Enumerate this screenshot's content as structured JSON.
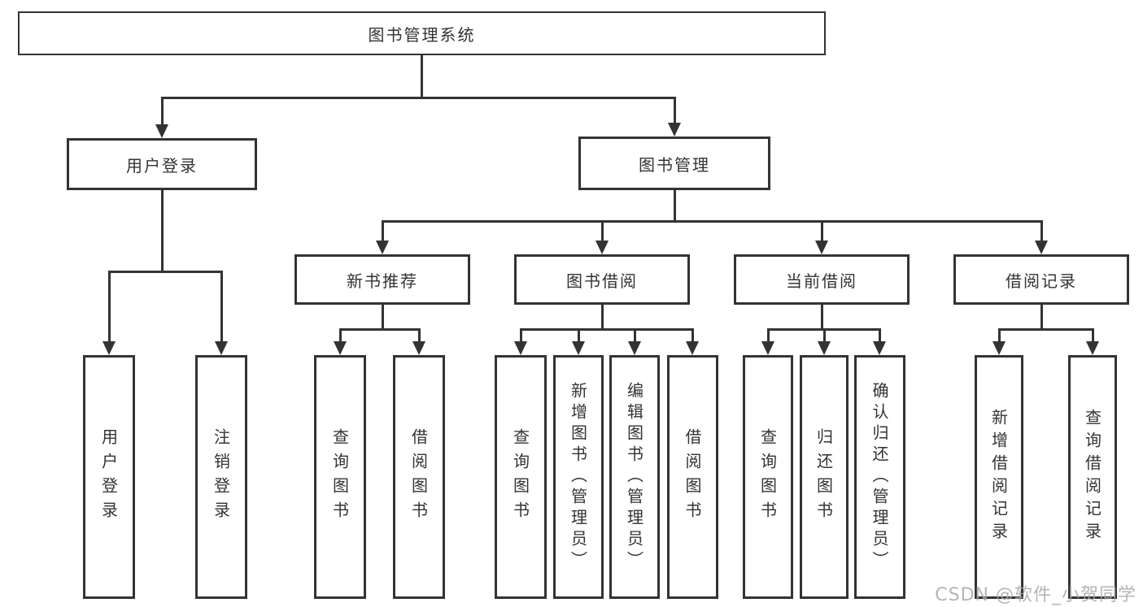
{
  "diagram": {
    "root": {
      "label": "图书管理系统"
    },
    "level2": {
      "user_login": {
        "label": "用户登录"
      },
      "book_management": {
        "label": "图书管理"
      }
    },
    "level3": {
      "new_book_recommend": {
        "label": "新书推荐"
      },
      "book_borrow": {
        "label": "图书借阅"
      },
      "current_borrow": {
        "label": "当前借阅"
      },
      "borrow_records": {
        "label": "借阅记录"
      }
    },
    "leaves": {
      "user_login_leaf": {
        "label": "用户登录"
      },
      "logout": {
        "label": "注销登录"
      },
      "recommend_query_books": {
        "label": "查询图书"
      },
      "recommend_borrow_books": {
        "label": "借阅图书"
      },
      "borrow_query_books": {
        "label": "查询图书"
      },
      "borrow_add_books": {
        "label": "新增图书（管理员）"
      },
      "borrow_edit_books": {
        "label": "编辑图书（管理员）"
      },
      "borrow_borrow_books": {
        "label": "借阅图书"
      },
      "current_query_books": {
        "label": "查询图书"
      },
      "current_return_books": {
        "label": "归还图书"
      },
      "current_confirm_return": {
        "label": "确认归还（管理员）"
      },
      "records_add_record": {
        "label": "新增借阅记录"
      },
      "records_query_record": {
        "label": "查询借阅记录"
      }
    },
    "watermark": "CSDN @软件_小贺同学"
  }
}
